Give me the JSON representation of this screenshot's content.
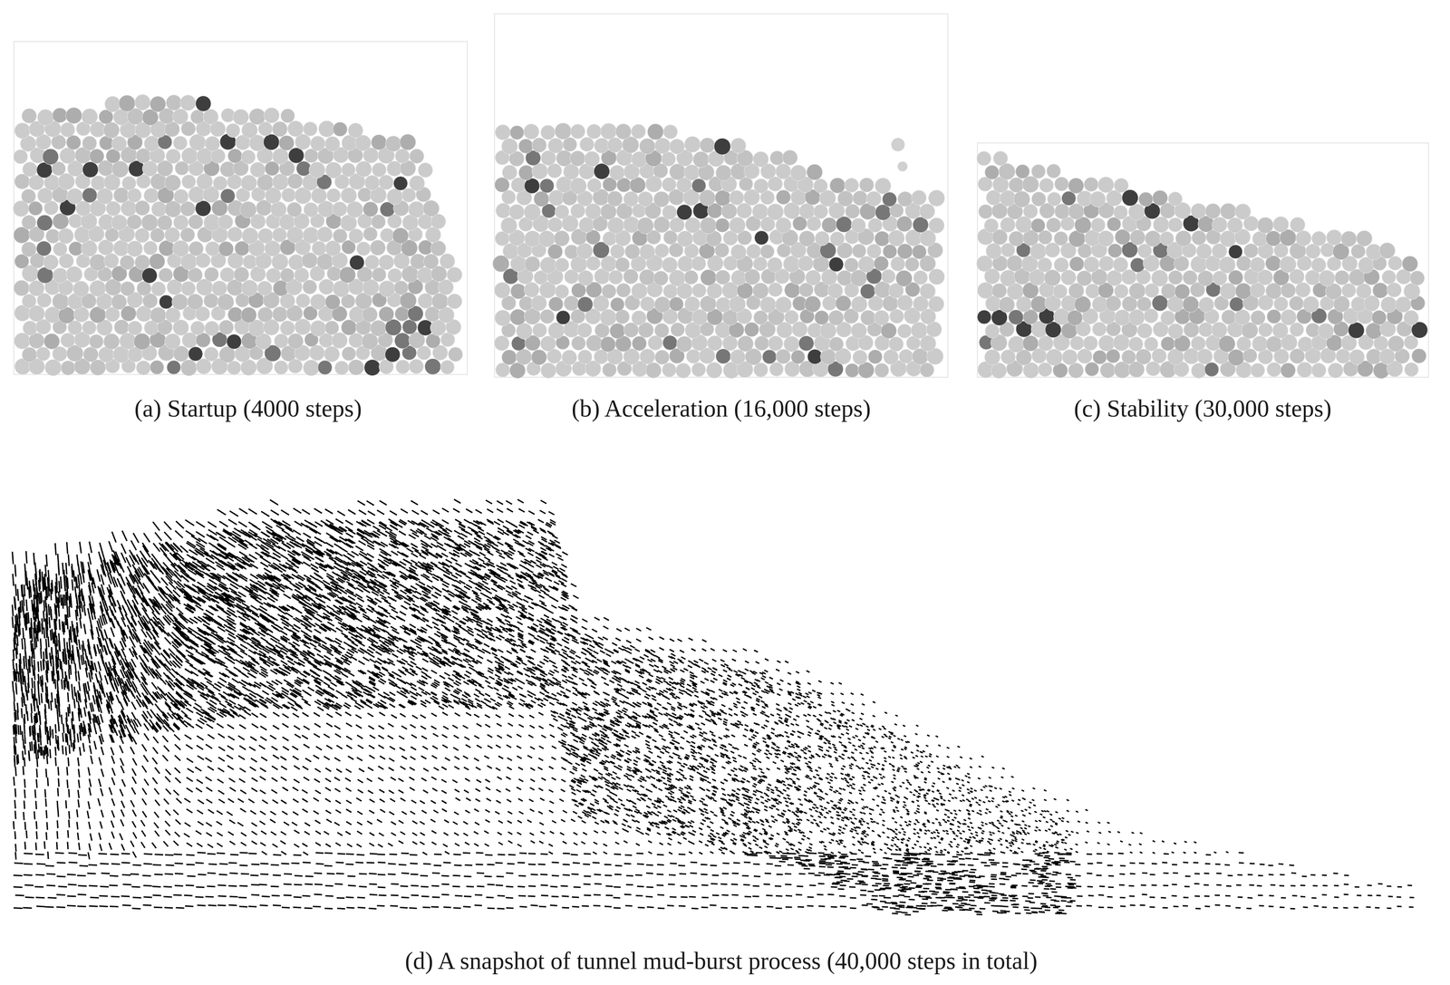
{
  "diagram": {
    "labels": [
      "(a) Startup (4000 steps)",
      "(b) Acceleration (16,000 steps)",
      "(c) Stability (30,000 steps)",
      "(d) A snapshot of tunnel mud-burst process (40,000 steps in total)"
    ]
  }
}
